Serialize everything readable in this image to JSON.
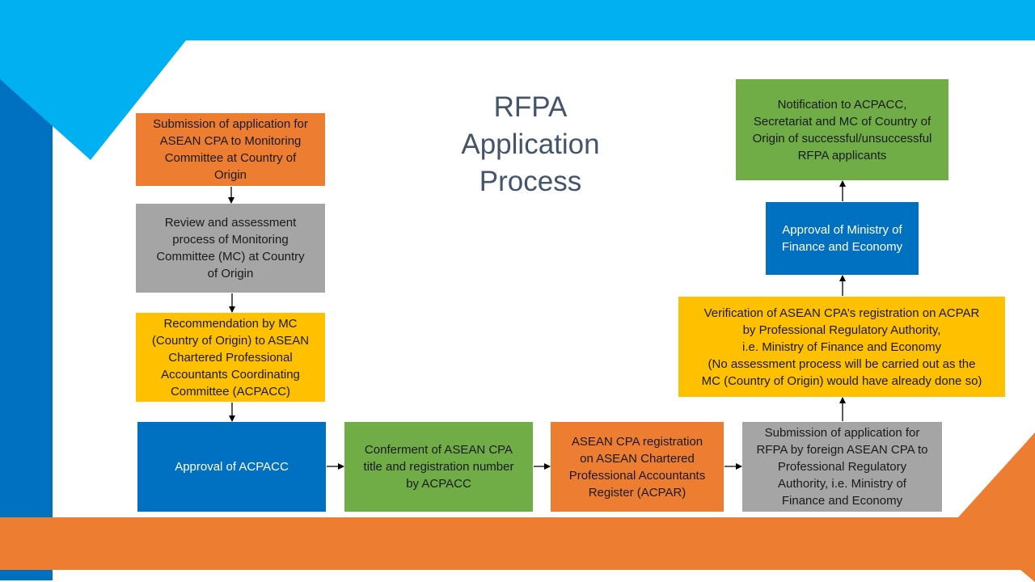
{
  "colors": {
    "light_blue": "#00b0f0",
    "dark_blue": "#0070c0",
    "orange": "#ed7d31",
    "gray": "#a5a5a5",
    "yellow": "#ffc000",
    "green": "#70ad47",
    "title": "#44546a"
  },
  "title": {
    "lines": [
      "RFPA",
      "Application",
      "Process"
    ]
  },
  "steps": [
    {
      "id": "submission-country-of-origin",
      "color": "orange",
      "lines": [
        "Submission of application for",
        "ASEAN CPA to Monitoring",
        "Committee at Country of",
        "Origin"
      ]
    },
    {
      "id": "review-assessment",
      "color": "gray",
      "lines": [
        "Review and assessment",
        "process of Monitoring",
        "Committee (MC) at Country",
        "of Origin"
      ]
    },
    {
      "id": "recommendation-by-mc",
      "color": "yellow",
      "lines": [
        "Recommendation by MC",
        "(Country of Origin) to ASEAN",
        "Chartered Professional",
        "Accountants Coordinating",
        "Committee (ACPACC)"
      ]
    },
    {
      "id": "approval-acpacc",
      "color": "dark_blue",
      "lines": [
        "Approval of ACPACC"
      ]
    },
    {
      "id": "conferment",
      "color": "green",
      "lines": [
        "Conferment of ASEAN CPA",
        "title and registration number",
        "by ACPACC"
      ]
    },
    {
      "id": "acpar-registration",
      "color": "orange",
      "lines": [
        "ASEAN CPA registration",
        "on ASEAN Chartered",
        "Professional Accountants",
        "Register (ACPAR)"
      ]
    },
    {
      "id": "rfpa-submission",
      "color": "gray",
      "lines": [
        "Submission of application for",
        "RFPA by foreign ASEAN CPA to",
        "Professional Regulatory",
        "Authority, i.e. Ministry of",
        "Finance and Economy"
      ]
    },
    {
      "id": "verification",
      "color": "yellow",
      "lines": [
        "Verification of ASEAN CPA’s registration on ACPAR",
        "by Professional Regulatory Authority,",
        "i.e. Ministry of Finance and Economy",
        "(No assessment process will be carried out as the",
        "MC (Country of Origin) would have already done so)"
      ]
    },
    {
      "id": "approval-ministry",
      "color": "dark_blue",
      "lines": [
        "Approval of Ministry of",
        "Finance and Economy"
      ]
    },
    {
      "id": "notification",
      "color": "green",
      "lines": [
        "Notification to ACPACC,",
        "Secretariat and MC of Country of",
        "Origin of successful/unsuccessful",
        "RFPA applicants"
      ]
    }
  ],
  "connections": [
    {
      "from": "submission-country-of-origin",
      "to": "review-assessment",
      "direction": "down"
    },
    {
      "from": "review-assessment",
      "to": "recommendation-by-mc",
      "direction": "down"
    },
    {
      "from": "recommendation-by-mc",
      "to": "approval-acpacc",
      "direction": "down"
    },
    {
      "from": "approval-acpacc",
      "to": "conferment",
      "direction": "right"
    },
    {
      "from": "conferment",
      "to": "acpar-registration",
      "direction": "right"
    },
    {
      "from": "acpar-registration",
      "to": "rfpa-submission",
      "direction": "right"
    },
    {
      "from": "rfpa-submission",
      "to": "verification",
      "direction": "up"
    },
    {
      "from": "verification",
      "to": "approval-ministry",
      "direction": "up"
    },
    {
      "from": "approval-ministry",
      "to": "notification",
      "direction": "up"
    }
  ]
}
